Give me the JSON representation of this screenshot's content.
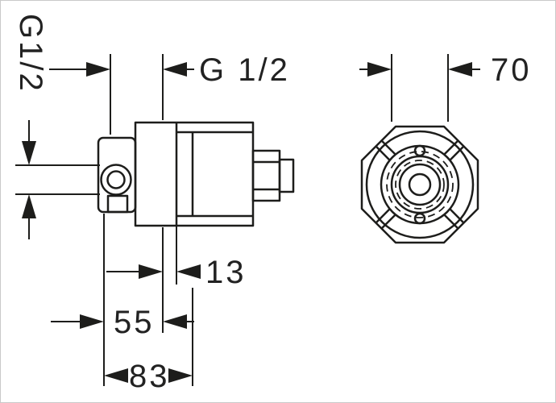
{
  "drawing": {
    "title": "concealed-valve-dimension-drawing",
    "labels": {
      "thread_vertical": "G1/2",
      "thread_top": "G 1/2",
      "dim_width_front": "70",
      "dim_depth_small": "13",
      "dim_depth_mid": "55",
      "dim_depth_total": "83"
    },
    "colors": {
      "line": "#1d1d1b",
      "background": "#ffffff",
      "border": "#c9c9c9"
    }
  }
}
